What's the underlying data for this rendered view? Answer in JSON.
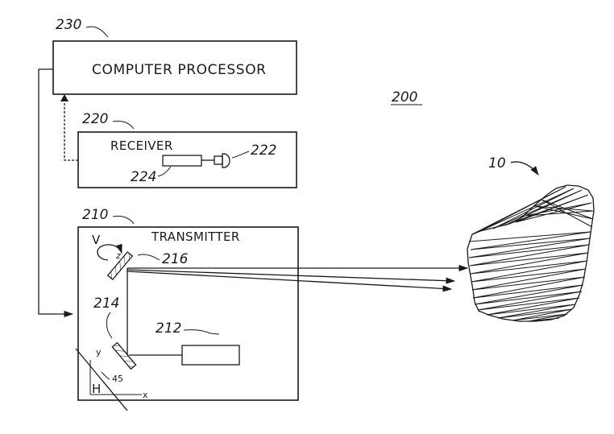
{
  "figure": {
    "number": "200",
    "target": {
      "ref": "10"
    },
    "processor": {
      "ref": "230",
      "label": "COMPUTER PROCESSOR"
    },
    "receiver": {
      "ref": "220",
      "label": "RECEIVER",
      "detector_ref": "222",
      "lens_ref": "224"
    },
    "transmitter": {
      "ref": "210",
      "label": "TRANSMITTER",
      "scan_mirror_ref": "216",
      "fixed_mirror_ref": "214",
      "laser_ref": "212",
      "axis_v": "V",
      "axis_h": "H",
      "axis_x": "x",
      "axis_y": "y",
      "axis_z": "z",
      "angle": "45"
    }
  }
}
